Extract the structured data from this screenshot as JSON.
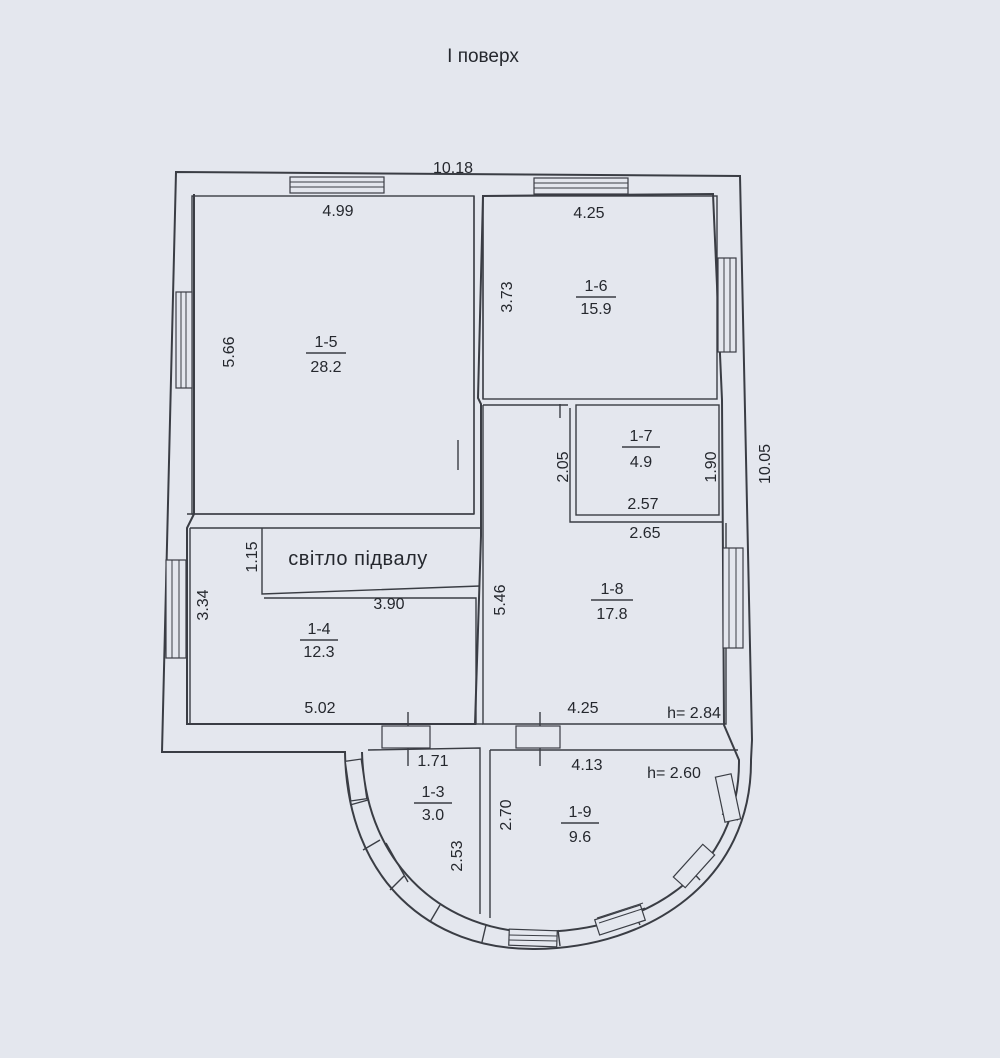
{
  "title": "I поверх",
  "overall": {
    "width": "10.18",
    "depth": "10.05"
  },
  "rooms": [
    {
      "id": "1-5",
      "area": "28.2",
      "dims": [
        "4.99",
        "5.66"
      ]
    },
    {
      "id": "1-6",
      "area": "15.9",
      "dims": [
        "4.25",
        "3.73"
      ]
    },
    {
      "id": "1-7",
      "area": "4.9",
      "dims": [
        "2.05",
        "1.90",
        "2.57",
        "2.65"
      ]
    },
    {
      "id": "1-8",
      "area": "17.8",
      "dims": [
        "5.46",
        "4.25"
      ],
      "height": "h= 2.84"
    },
    {
      "id": "1-4",
      "area": "12.3",
      "dims": [
        "3.34",
        "5.02"
      ]
    },
    {
      "id": "1-3",
      "area": "3.0",
      "dims": [
        "1.71",
        "2.53"
      ]
    },
    {
      "id": "1-9",
      "area": "9.6",
      "dims": [
        "4.13",
        "2.70"
      ],
      "height": "h= 2.60"
    }
  ],
  "light_well": {
    "label": "світло  підвалу",
    "dims": [
      "1.15",
      "3.90"
    ]
  }
}
